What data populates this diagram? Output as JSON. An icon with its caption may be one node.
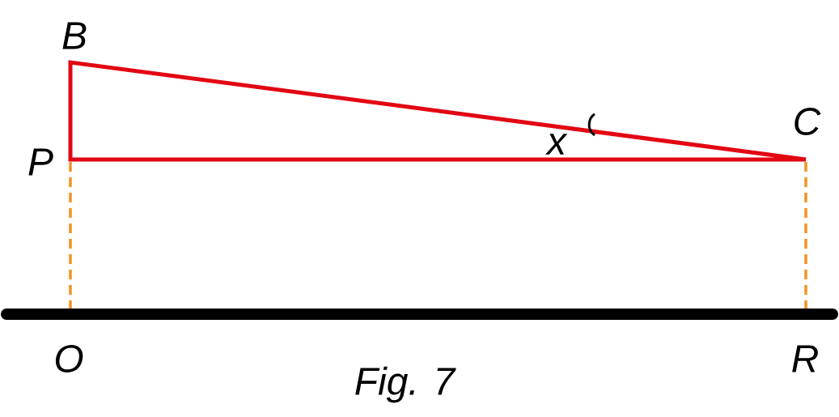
{
  "diagram": {
    "caption": "Fig. 7",
    "labels": [
      "B",
      "P",
      "C",
      "x",
      "O",
      "R"
    ]
  }
}
